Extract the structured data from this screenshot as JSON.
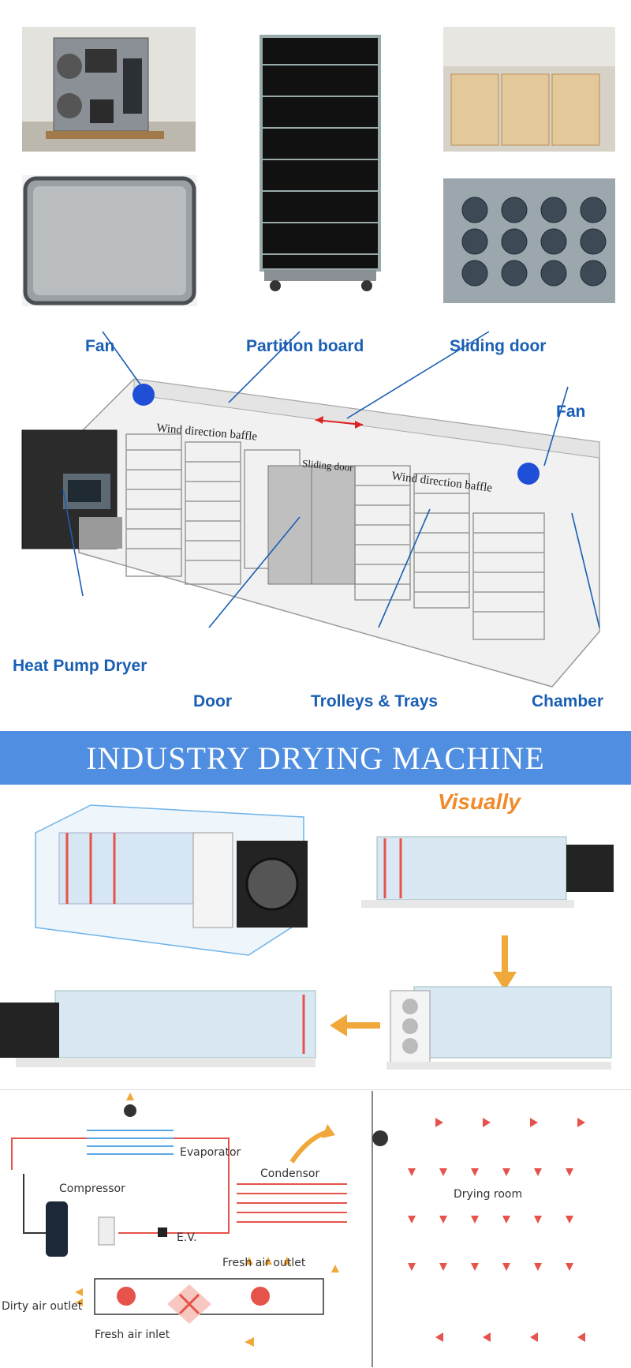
{
  "diagram_labels": {
    "fan_left": "Fan",
    "partition_board": "Partition board",
    "sliding_door": "Sliding door",
    "fan_right": "Fan",
    "heat_pump_dryer": "Heat Pump Dryer",
    "door": "Door",
    "trolleys_trays": "Trolleys & Trays",
    "chamber": "Chamber",
    "wind_baffle_left": "Wind direction baffle",
    "wind_baffle_right": "Wind direction baffle",
    "sliding_door_inner": "Sliding door"
  },
  "banner": {
    "title": "INDUSTRY DRYING MACHINE"
  },
  "visual_section": {
    "heading": "Visually"
  },
  "flow_diagram": {
    "evaporator": "Evaporator",
    "condensor": "Condensor",
    "compressor": "Compressor",
    "ev": "E.V.",
    "fresh_air_outlet": "Fresh air outlet",
    "dirty_air_outlet": "Dirty air outlet",
    "fresh_air_inlet": "Fresh air inlet",
    "drying_room": "Drying room"
  },
  "colors": {
    "label_blue": "#1a5fb4",
    "banner_blue": "#4f8ee0",
    "accent_orange": "#f08a2b",
    "pipe_red": "#e5534b",
    "pipe_blue": "#5aa7e6"
  }
}
